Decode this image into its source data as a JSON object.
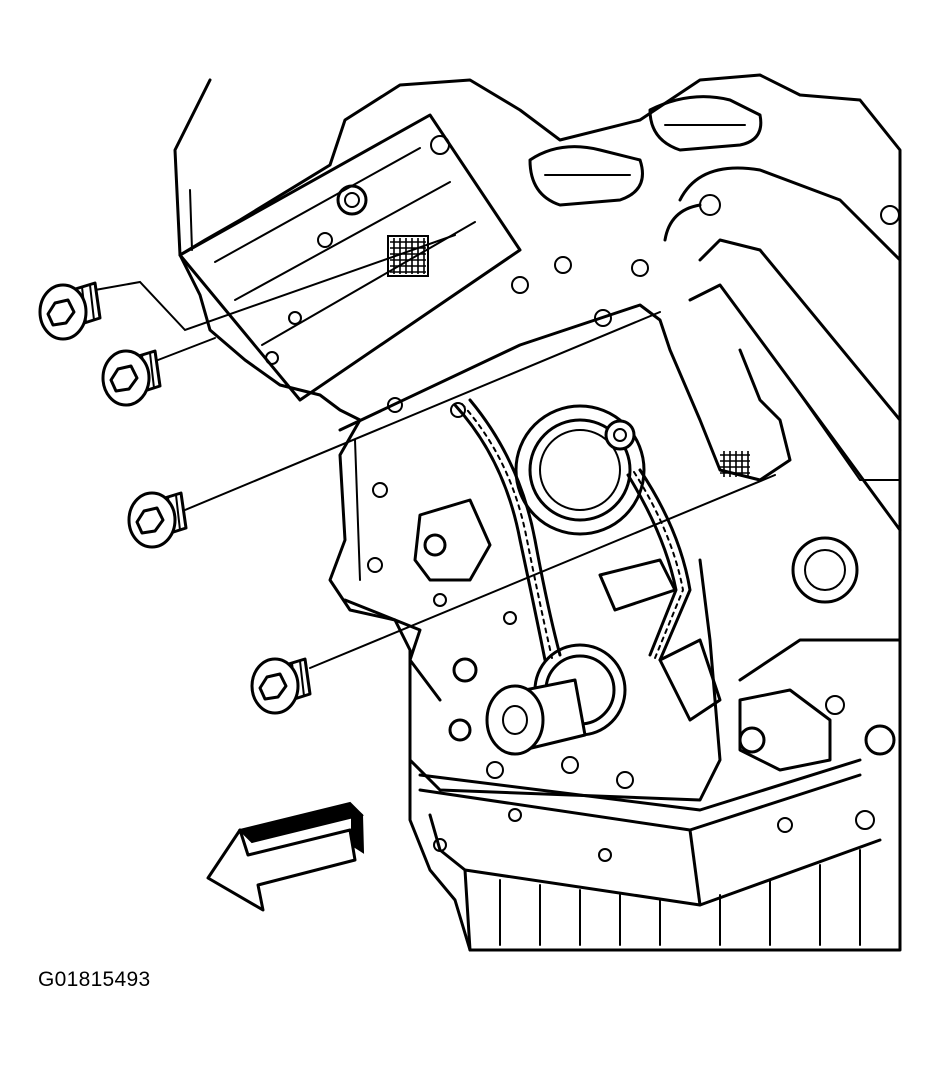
{
  "figure": {
    "id_code": "G01815493",
    "subject": "engine-front-timing-chain-cover-area",
    "callout_parts": [
      "plug",
      "plug",
      "plug",
      "plug"
    ],
    "direction_indicator": "arrow-pointing-front-left"
  },
  "colors": {
    "ink": "#000000",
    "paper": "#ffffff"
  }
}
